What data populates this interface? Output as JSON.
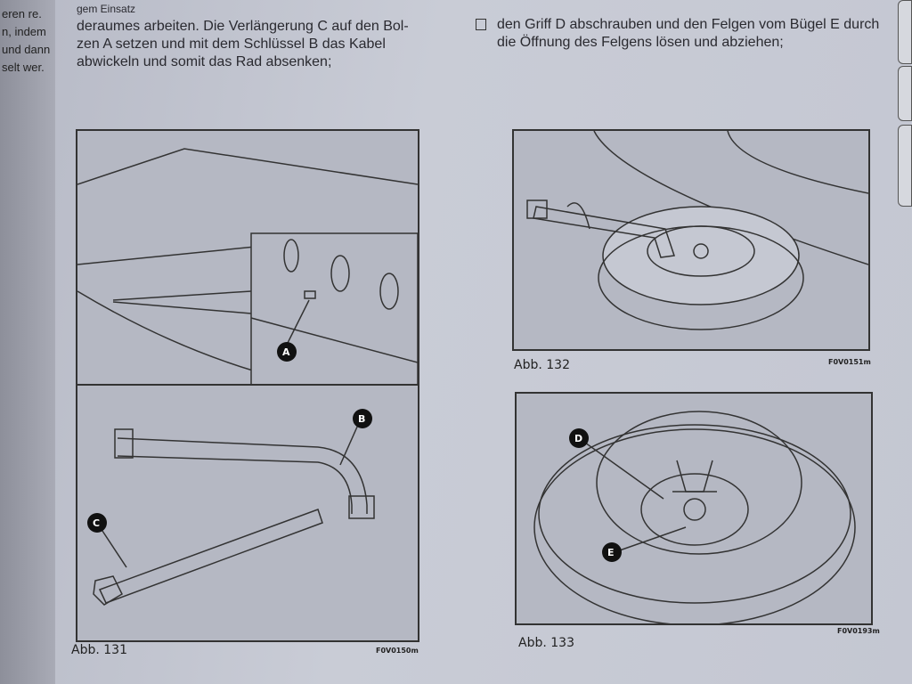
{
  "left_page_fragments": [
    "eren re.",
    "n, indem",
    "und dann",
    "selt wer."
  ],
  "left_text": {
    "lines": [
      "gem Einsatz",
      "deraumes arbeiten. Die Verlängerung C auf den Bol-",
      "zen A setzen und mit dem Schlüssel B das Kabel",
      "abwickeln und somit das Rad absenken;"
    ]
  },
  "right_text": {
    "bullet_icon": "checkbox-bullet",
    "text": "den Griff D abschrauben und den Felgen vom Bügel E durch die Öffnung des Felgens lösen und abziehen;"
  },
  "figures": [
    {
      "caption": "Abb. 131",
      "code": "F0V0150m",
      "labels": [
        "A",
        "B",
        "C"
      ]
    },
    {
      "caption": "Abb. 132",
      "code": "F0V0151m"
    },
    {
      "caption": "Abb. 133",
      "code": "F0V0193m",
      "labels": [
        "D",
        "E"
      ]
    }
  ]
}
